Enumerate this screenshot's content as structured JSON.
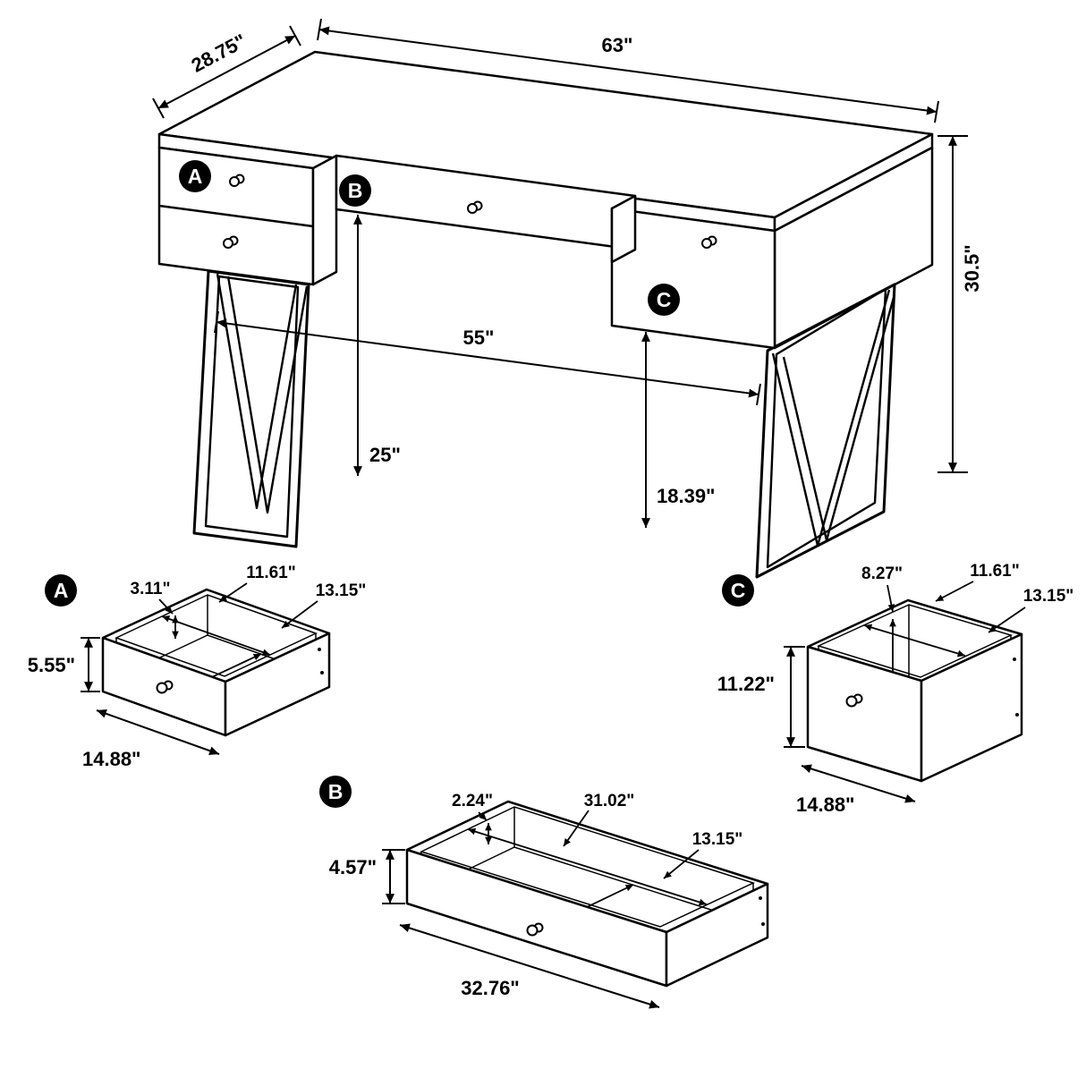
{
  "desk": {
    "width_label": "63\"",
    "depth_label": "28.75\"",
    "height_label": "30.5\"",
    "clearance_width_label": "55\"",
    "knee_height_label": "25\"",
    "drawer_clearance_label": "18.39\"",
    "badge_a": "A",
    "badge_b": "B",
    "badge_c": "C"
  },
  "drawer_a": {
    "badge": "A",
    "inner_height_label": "3.11\"",
    "inner_width_label": "11.61\"",
    "inner_depth_label": "13.15\"",
    "front_height_label": "5.55\"",
    "front_width_label": "14.88\""
  },
  "drawer_b": {
    "badge": "B",
    "inner_height_label": "2.24\"",
    "inner_width_label": "31.02\"",
    "inner_depth_label": "13.15\"",
    "front_height_label": "4.57\"",
    "front_width_label": "32.76\""
  },
  "drawer_c": {
    "badge": "C",
    "inner_height_label": "8.27\"",
    "inner_width_label": "11.61\"",
    "inner_depth_label": "13.15\"",
    "front_height_label": "11.22\"",
    "front_width_label": "14.88\""
  }
}
